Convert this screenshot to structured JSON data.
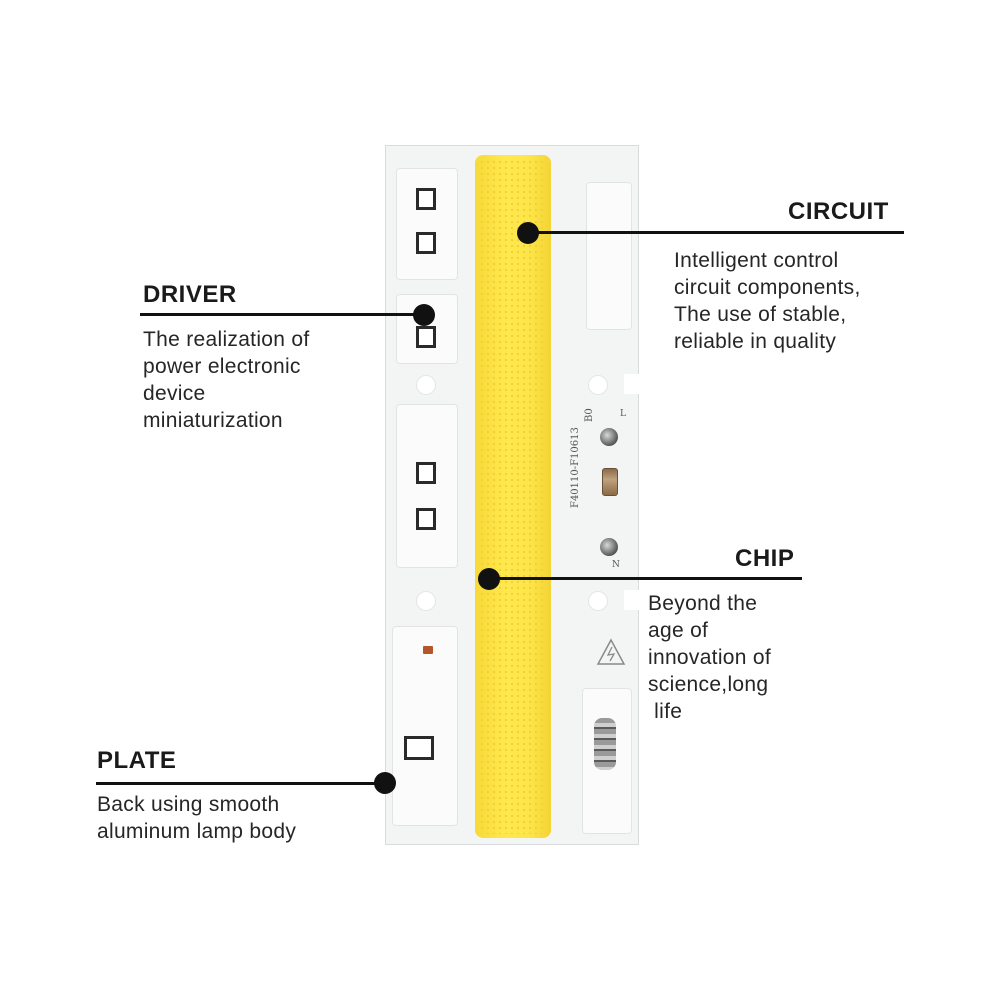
{
  "callouts": {
    "circuit": {
      "title": "CIRCUIT",
      "lines": [
        "Intelligent control",
        "circuit components,",
        "The use of stable,",
        "reliable in quality"
      ]
    },
    "driver": {
      "title": "DRIVER",
      "lines": [
        "The realization of",
        "power electronic",
        "device",
        "miniaturization"
      ]
    },
    "chip": {
      "title": "CHIP",
      "lines": [
        "Beyond the",
        "age of",
        "innovation of",
        "science,long",
        " life"
      ]
    },
    "plate": {
      "title": "PLATE",
      "lines": [
        "Back using smooth",
        "aluminum lamp body"
      ]
    }
  },
  "board_markings": {
    "part_code": "F40110-F10613",
    "rev": "B0",
    "terminal_l": "L",
    "terminal_n": "N"
  },
  "colors": {
    "led_strip": "#fde64a",
    "board": "#f3f4f4",
    "leader_line": "#111111"
  }
}
